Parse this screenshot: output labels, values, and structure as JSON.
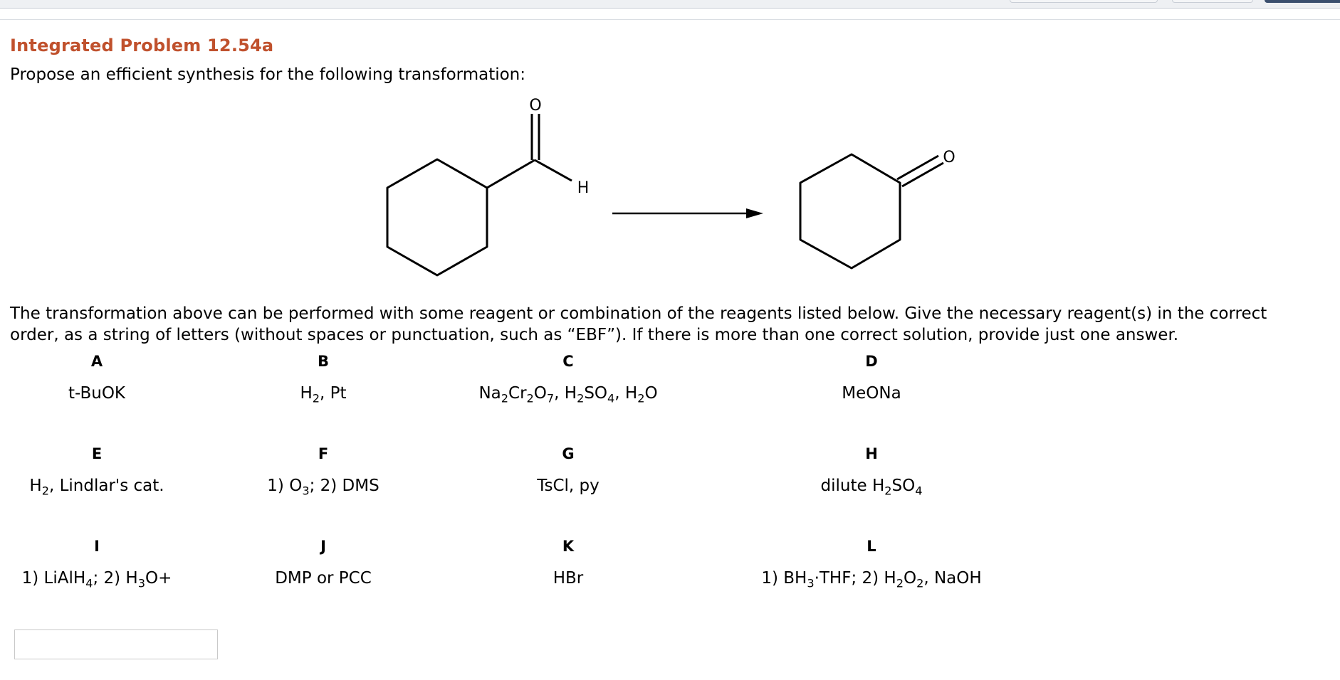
{
  "header": {
    "title": "Integrated Problem 12.54a"
  },
  "prompt": "Propose an efficient synthesis for the following transformation:",
  "scheme": {
    "reactant_atoms": {
      "oxygen": "O",
      "hydrogen": "H"
    },
    "product_atoms": {
      "oxygen": "O"
    }
  },
  "instructions": {
    "line1": "The transformation above can be performed with some reagent or combination of the reagents listed below. Give the necessary reagent(s) in the correct",
    "line2": "order, as a string of letters (without spaces or punctuation, such as “EBF”). If there is more than one correct solution, provide just one answer."
  },
  "reagents": [
    {
      "letter": "A",
      "parts": [
        [
          "t-BuOK",
          ""
        ]
      ]
    },
    {
      "letter": "B",
      "parts": [
        [
          "H",
          ""
        ],
        [
          "2",
          "sub"
        ],
        [
          ", Pt",
          ""
        ]
      ]
    },
    {
      "letter": "C",
      "parts": [
        [
          "Na",
          ""
        ],
        [
          "2",
          "sub"
        ],
        [
          "Cr",
          ""
        ],
        [
          "2",
          "sub"
        ],
        [
          "O",
          ""
        ],
        [
          "7",
          "sub"
        ],
        [
          ", H",
          ""
        ],
        [
          "2",
          "sub"
        ],
        [
          "SO",
          ""
        ],
        [
          "4",
          "sub"
        ],
        [
          ", H",
          ""
        ],
        [
          "2",
          "sub"
        ],
        [
          "O",
          ""
        ]
      ]
    },
    {
      "letter": "D",
      "parts": [
        [
          "MeONa",
          ""
        ]
      ]
    },
    {
      "letter": "E",
      "parts": [
        [
          "H",
          ""
        ],
        [
          "2",
          "sub"
        ],
        [
          ", Lindlar's cat.",
          ""
        ]
      ]
    },
    {
      "letter": "F",
      "parts": [
        [
          "1) O",
          ""
        ],
        [
          "3",
          "sub"
        ],
        [
          "; 2) DMS",
          ""
        ]
      ]
    },
    {
      "letter": "G",
      "parts": [
        [
          "TsCl, py",
          ""
        ]
      ]
    },
    {
      "letter": "H",
      "parts": [
        [
          "dilute H",
          ""
        ],
        [
          "2",
          "sub"
        ],
        [
          "SO",
          ""
        ],
        [
          "4",
          "sub"
        ]
      ]
    },
    {
      "letter": "I",
      "parts": [
        [
          "1) LiAlH",
          ""
        ],
        [
          "4",
          "sub"
        ],
        [
          "; 2) H",
          ""
        ],
        [
          "3",
          "sub"
        ],
        [
          "O+",
          ""
        ]
      ]
    },
    {
      "letter": "J",
      "parts": [
        [
          "DMP or PCC",
          ""
        ]
      ]
    },
    {
      "letter": "K",
      "parts": [
        [
          "HBr",
          ""
        ]
      ]
    },
    {
      "letter": "L",
      "parts": [
        [
          "1) BH",
          ""
        ],
        [
          "3",
          "sub"
        ],
        [
          "·THF; 2) H",
          ""
        ],
        [
          "2",
          "sub"
        ],
        [
          "O",
          ""
        ],
        [
          "2",
          "sub"
        ],
        [
          ", NaOH",
          ""
        ]
      ]
    }
  ],
  "answer": {
    "value": "",
    "placeholder": ""
  }
}
